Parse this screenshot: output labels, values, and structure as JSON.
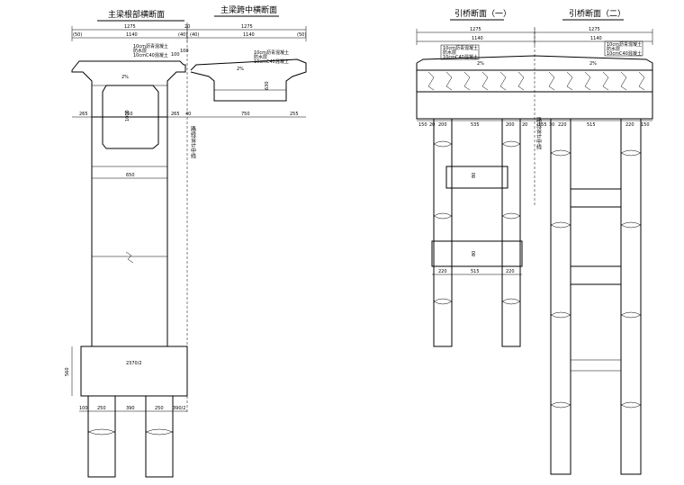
{
  "titles": {
    "main_root": "主梁根部横断面",
    "main_mid": "主梁跨中横断面",
    "approach_1": "引桥断面（一）",
    "approach_2": "引桥断面（二）"
  },
  "centerline_label": "路线设计中线",
  "main_dims": {
    "top_left": "1275",
    "top_right": "1275",
    "sub_left": "1140",
    "sub_right": "1140",
    "edge_l": "(50)",
    "mid_l": "(40)",
    "mid_r": "(40)",
    "edge_r": "(50)",
    "mid_small": "20",
    "h_100a": "100",
    "h_100b": "100",
    "slope_l": "2%",
    "slope_r": "2%",
    "box_h_left": "1000",
    "box_h_right": "630",
    "bot_265a": "265",
    "bot_750a": "750",
    "bot_265b": "265",
    "bot_40": "40",
    "bot_750b": "750",
    "bot_255": "255",
    "pier_650": "650",
    "cap_2370": "2370/2",
    "cap_h": "560",
    "pile_100": "100",
    "pile_250a": "250",
    "pile_390": "390",
    "pile_250b": "250",
    "pile_390h": "390/2"
  },
  "approach_dims": {
    "top_left": "1275",
    "top_right": "1275",
    "sub_left": "1140",
    "sub_right": "1140",
    "slope_l": "2%",
    "slope_r": "2%",
    "a1_150": "150",
    "a1_20": "20",
    "a1_200a": "200",
    "a1_535": "535",
    "a1_200b": "200",
    "a1_20b": "20",
    "a1_tie_h": "80",
    "a1_tie_h2": "80",
    "a1_220a": "220",
    "a1_515": "515",
    "a1_220b": "220",
    "a2_155": "155",
    "a2_30": "30",
    "a2_220a": "220",
    "a2_515": "515",
    "a2_220b": "220",
    "a2_150": "150"
  },
  "layer_notes": [
    "10cm沥青混凝土",
    "防水层",
    "10cmC40混凝土"
  ]
}
